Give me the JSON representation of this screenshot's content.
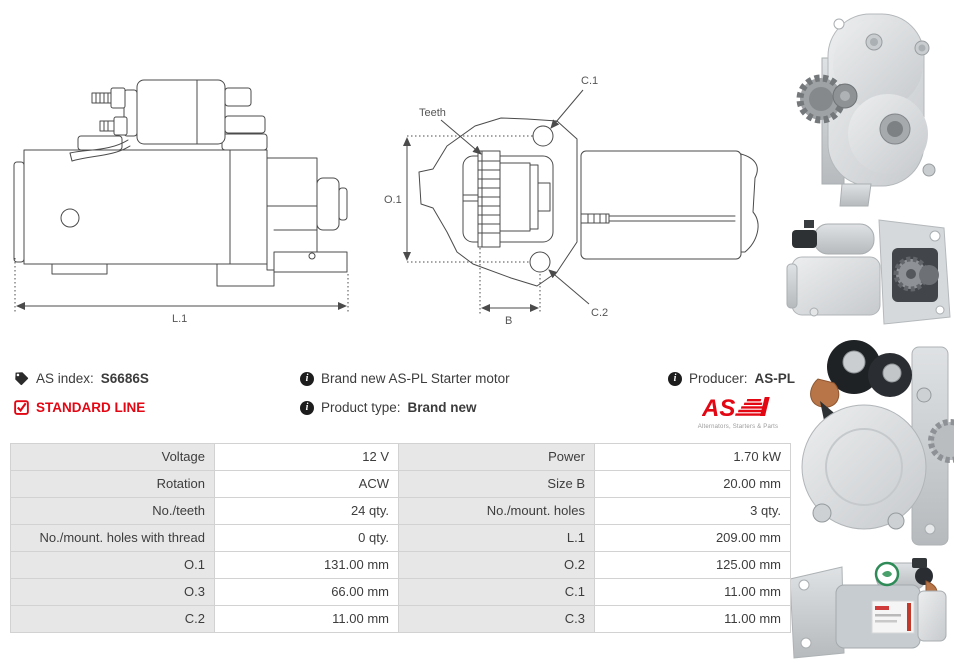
{
  "colors": {
    "accent_red": "#e30613",
    "table_label_bg": "#e7e7e7",
    "drawing_stroke": "#4b4b4b"
  },
  "info": {
    "as_index_label": "AS index:",
    "as_index_value": "S6686S",
    "standard_line_label": "STANDARD LINE",
    "brand_new_text": "Brand new AS-PL Starter motor",
    "product_type_label": "Product type:",
    "product_type_value": "Brand new",
    "producer_label": "Producer:",
    "producer_value": "AS-PL",
    "logo_text": "AS",
    "logo_subtext": "Alternators, Starters & Parts"
  },
  "drawings": {
    "side_view": {
      "dim_l1": "L.1"
    },
    "front_view": {
      "teeth_label": "Teeth",
      "c1_label": "C.1",
      "c2_label": "C.2",
      "o1_label": "O.1",
      "b_label": "B"
    }
  },
  "spec_table": {
    "rows": [
      {
        "label_left": "Voltage",
        "value_left": "12 V",
        "label_right": "Power",
        "value_right": "1.70 kW"
      },
      {
        "label_left": "Rotation",
        "value_left": "ACW",
        "label_right": "Size B",
        "value_right": "20.00 mm"
      },
      {
        "label_left": "No./teeth",
        "value_left": "24 qty.",
        "label_right": "No./mount. holes",
        "value_right": "3 qty."
      },
      {
        "label_left": "No./mount. holes with thread",
        "value_left": "0 qty.",
        "label_right": "L.1",
        "value_right": "209.00 mm"
      },
      {
        "label_left": "O.1",
        "value_left": "131.00 mm",
        "label_right": "O.2",
        "value_right": "125.00 mm"
      },
      {
        "label_left": "O.3",
        "value_left": "66.00 mm",
        "label_right": "C.1",
        "value_right": "11.00 mm"
      },
      {
        "label_left": "C.2",
        "value_left": "11.00 mm",
        "label_right": "C.3",
        "value_right": "11.00 mm"
      }
    ]
  },
  "photos": [
    {
      "name": "starter-gearbox-front-photo"
    },
    {
      "name": "starter-motor-open-gearbox-photo"
    },
    {
      "name": "starter-solenoid-rear-photo"
    },
    {
      "name": "starter-motor-side-photo"
    }
  ]
}
